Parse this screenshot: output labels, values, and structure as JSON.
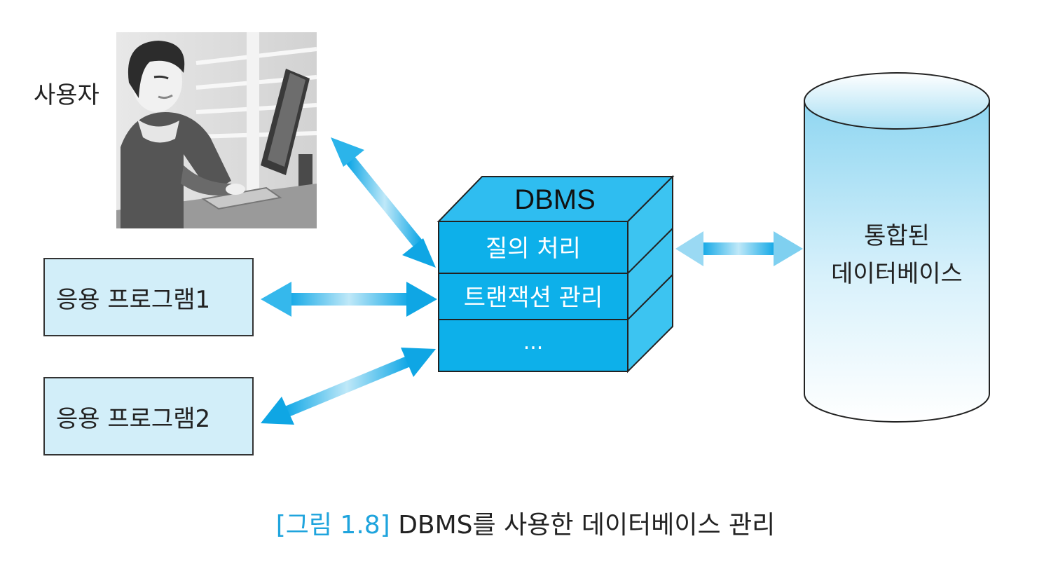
{
  "figure": {
    "user_label": "사용자",
    "app1_label": "응용 프로그램1",
    "app2_label": "응용 프로그램2",
    "dbms": {
      "title": "DBMS",
      "layers": [
        "질의 처리",
        "트랜잭션 관리",
        "..."
      ]
    },
    "database": {
      "line1": "통합된",
      "line2": "데이터베이스"
    },
    "caption": {
      "number": "[그림 1.8]",
      "text": "DBMS를 사용한 데이터베이스 관리"
    }
  },
  "colors": {
    "dbms_front": "#0eb2ea",
    "dbms_side": "#34c2ef",
    "arrow": "#29b2e8",
    "app_box": "#d2eef9",
    "cylinder_top": "#9fdcf3",
    "caption_number": "#1fa4dd"
  }
}
